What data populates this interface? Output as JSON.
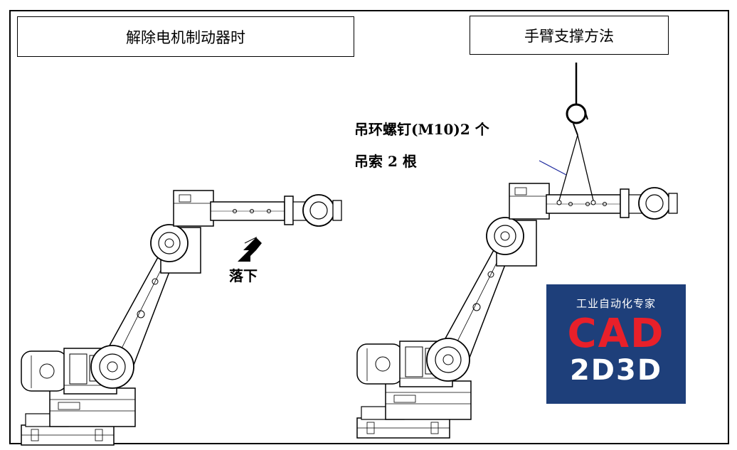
{
  "left_panel": {
    "title": "解除电机制动器时",
    "fall_label": "落下"
  },
  "right_panel": {
    "title": "手臂支撑方法",
    "note_eyebolts": "吊环螺钉(M10)2 个",
    "note_slings": "吊索 2 根"
  },
  "watermark": {
    "brand": "工业自动化专家",
    "logo_main": "CAD",
    "logo_sub": "2D3D",
    "bg_color": "#1e3f7a",
    "accent_color": "#e8202a"
  }
}
